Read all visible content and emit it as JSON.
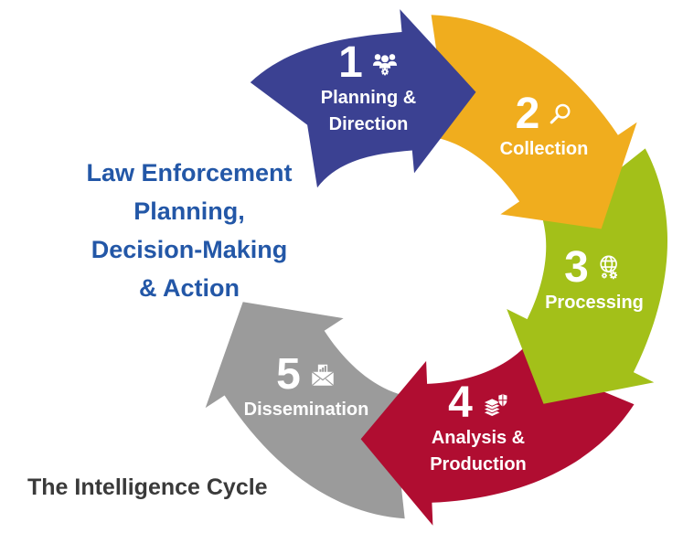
{
  "title": "The Intelligence Cycle",
  "center_text": {
    "lines": [
      "Law Enforcement",
      "Planning,",
      "Decision-Making",
      "& Action"
    ],
    "color": "#2357A7"
  },
  "cycle": {
    "segments": [
      {
        "key": "planning",
        "number": "1",
        "label_lines": [
          "Planning &",
          "Direction"
        ],
        "color": "#3B4192",
        "icon": "people-gear-icon"
      },
      {
        "key": "collection",
        "number": "2",
        "label_lines": [
          "Collection"
        ],
        "color": "#F0AD1E",
        "icon": "magnifier-icon"
      },
      {
        "key": "processing",
        "number": "3",
        "label_lines": [
          "Processing"
        ],
        "color": "#A3C019",
        "icon": "globe-gears-icon"
      },
      {
        "key": "analysis",
        "number": "4",
        "label_lines": [
          "Analysis &",
          "Production"
        ],
        "color": "#B00D31",
        "icon": "layers-shield-icon"
      },
      {
        "key": "dissemination",
        "number": "5",
        "label_lines": [
          "Dissemination"
        ],
        "color": "#9B9B9B",
        "icon": "envelope-chart-icon"
      }
    ],
    "label_text_color": "#FFFFFF"
  },
  "title_color": "#3A3A3A"
}
